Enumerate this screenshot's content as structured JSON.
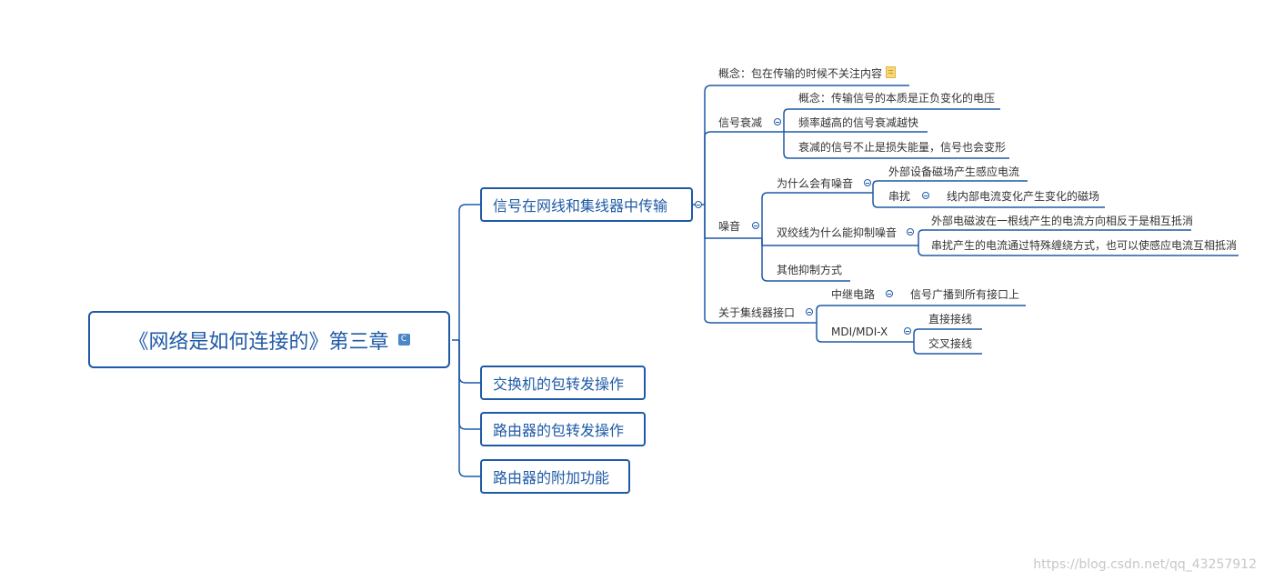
{
  "root": {
    "title": "《网络是如何连接的》第三章",
    "badge": "C"
  },
  "branches": [
    {
      "label": "信号在网线和集线器中传输"
    },
    {
      "label": "交换机的包转发操作"
    },
    {
      "label": "路由器的包转发操作"
    },
    {
      "label": "路由器的附加功能"
    }
  ],
  "nodes": {
    "concept_main": "概念：包在传输的时候不关注内容",
    "attenuation": "信号衰减",
    "attenuation_concept": "概念：传输信号的本质是正负变化的电压",
    "attenuation_freq": "频率越高的信号衰减越快",
    "attenuation_shape": "衰减的信号不止是损失能量，信号也会变形",
    "noise": "噪音",
    "why_noise": "为什么会有噪音",
    "external_field": "外部设备磁场产生感应电流",
    "crosstalk": "串扰",
    "crosstalk_detail": "线内部电流变化产生变化的磁场",
    "twisted_pair": "双绞线为什么能抑制噪音",
    "twisted_reason1": "外部电磁波在一根线产生的电流方向相反于是相互抵消",
    "twisted_reason2": "串扰产生的电流通过特殊缠绕方式，也可以使感应电流互相抵消",
    "other_methods": "其他抑制方式",
    "hub_port": "关于集线器接口",
    "repeater": "中继电路",
    "repeater_detail": "信号广播到所有接口上",
    "mdi": "MDI/MDI-X",
    "straight": "直接接线",
    "crossover": "交叉接线"
  },
  "watermark": "https://blog.csdn.net/qq_43257912",
  "colors": {
    "line": "#1f5aa6",
    "text": "#333333"
  }
}
